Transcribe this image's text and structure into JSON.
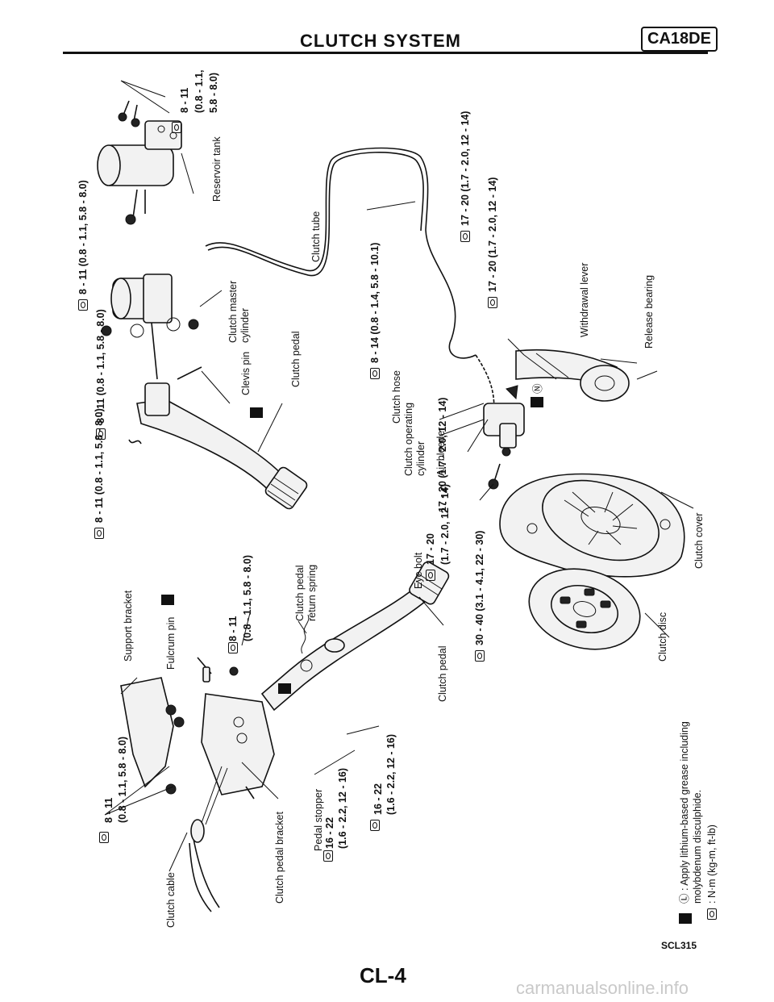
{
  "header": {
    "title": "CLUTCH SYSTEM",
    "engine_code": "CA18DE"
  },
  "labels": {
    "support_bracket": "Support bracket",
    "fulcrum_pin": "Fulcrum pin",
    "return_spring_1": "Clutch pedal",
    "return_spring_2": "return spring",
    "clutch_cable": "Clutch cable",
    "clutch_pedal_bracket": "Clutch pedal bracket",
    "pedal_stopper": "Pedal stopper",
    "clutch_pedal_lower": "Clutch pedal",
    "eye_bolt": "Eye bolt",
    "clutch_disc": "Clutch disc",
    "clutch_cover": "Clutch cover",
    "release_bearing": "Release bearing",
    "withdrawal_lever": "Withdrawal lever",
    "air_bleeder": "Air bleeder",
    "operating_cyl_1": "Clutch operating",
    "operating_cyl_2": "cylinder",
    "clutch_hose": "Clutch hose",
    "clutch_pedal_upper": "Clutch pedal",
    "clevis_pin": "Clevis pin",
    "master_cyl_1": "Clutch master",
    "master_cyl_2": "cylinder",
    "clutch_tube": "Clutch tube",
    "reservoir_tank": "Reservoir tank"
  },
  "torques": {
    "t_master_top": "8 - 11 (0.8 - 1.1, 5.8 - 8.0)",
    "t_pedal_upper": "8 - 11 (0.8 - 1.1, 5.8 - 8.0)",
    "t_pedal_mid": "8 - 11 (0.8 - 1.1, 5.8 - 8.0)",
    "t_tube": "8 - 14 (0.8 - 1.4, 5.8 - 10.1)",
    "t_reservoir_1": "8 - 11",
    "t_reservoir_2": "(0.8 - 1.1,",
    "t_reservoir_3": "5.8 - 8.0)",
    "t_right_1": "17 - 20 (1.7 - 2.0, 12 - 14)",
    "t_right_2": "17 - 20 (1.7 - 2.0, 12 - 14)",
    "t_hose": "17 - 20 (1.7 - 2.0, 12 - 14)",
    "t_eye_1": "17 - 20",
    "t_eye_2": "(1.7 - 2.0, 12 - 14)",
    "t_cover": "30 - 40 (3.1 - 4.1, 22 - 30)",
    "t_spring_1": "8 - 11",
    "t_spring_2": "(0.8 - 1.1, 5.8 - 8.0)",
    "t_bracket_1": "8 - 11",
    "t_bracket_2": "(0.8 - 1.1, 5.8 - 8.0)",
    "t_stopper_1": "16 - 22",
    "t_stopper_2": "(1.6 - 2.2, 12 - 16)",
    "t_lower_1": "16 - 22",
    "t_lower_2": "(1.6 - 2.2, 12 - 16)"
  },
  "legend": {
    "grease_1": "Ⓛ : Apply lithium-based grease including",
    "grease_2": "molybdenum disculphide.",
    "torque": ": N·m (kg-m, ft-lb)"
  },
  "footer": {
    "page": "CL-4",
    "figure": "SCL315",
    "watermark": "carmanualsonline.info"
  }
}
